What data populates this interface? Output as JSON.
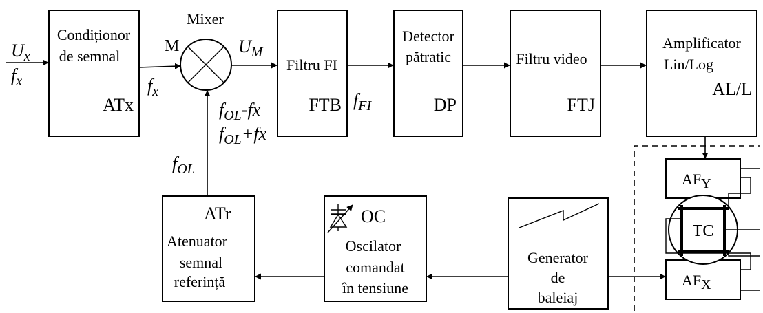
{
  "blocks": {
    "conditioner": {
      "line1": "Condiționor",
      "line2": "de semnal",
      "code": "ATx"
    },
    "mixer": {
      "title": "Mixer",
      "code": "M"
    },
    "if_filter": {
      "label": "Filtru FI",
      "code": "FTB"
    },
    "detector": {
      "line1": "Detector",
      "line2": "pătratic",
      "code": "DP"
    },
    "video_filter": {
      "label": "Filtru video",
      "code": "FTJ"
    },
    "amplifier": {
      "line1": "Amplificator",
      "line2": "Lin/Log",
      "code": "AL/L"
    },
    "attenuator": {
      "code": "ATr",
      "line1": "Atenuator",
      "line2": "semnal",
      "line3": "referință"
    },
    "vco": {
      "code": "OC",
      "line1": "Oscilator",
      "line2": "comandat",
      "line3": "în tensiune"
    },
    "sweep": {
      "line1": "Generator",
      "line2": "de",
      "line3": "baleiaj"
    },
    "afy": {
      "base": "AF",
      "sub": "Y"
    },
    "afx": {
      "base": "AF",
      "sub": "X"
    },
    "crt": {
      "label": "TC"
    }
  },
  "signals": {
    "ux": {
      "base": "U",
      "sub": "x"
    },
    "fx_in": {
      "base": "f",
      "sub": "x"
    },
    "fx_mid": {
      "base": "f",
      "sub": "x"
    },
    "um": {
      "base": "U",
      "sub": "M"
    },
    "fol": {
      "base": "f",
      "sub": "OL"
    },
    "fol_minus": {
      "base": "f",
      "sub": "OL",
      "tail": "-fx"
    },
    "fol_plus": {
      "base": "f",
      "sub": "OL",
      "tail": "+fx"
    },
    "ffi": {
      "base": "f",
      "sub": "FI"
    }
  }
}
